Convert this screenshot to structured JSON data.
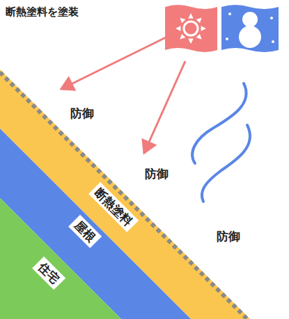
{
  "diagram": {
    "title": "断熱塗料を塗装",
    "nodes": [
      {
        "text": [
          "断熱塗料"
        ]
      },
      {
        "text": [
          "屋根"
        ]
      },
      {
        "text": [
          "住宅"
        ]
      }
    ],
    "labels": [
      "防御",
      "防御",
      "防御"
    ]
  }
}
